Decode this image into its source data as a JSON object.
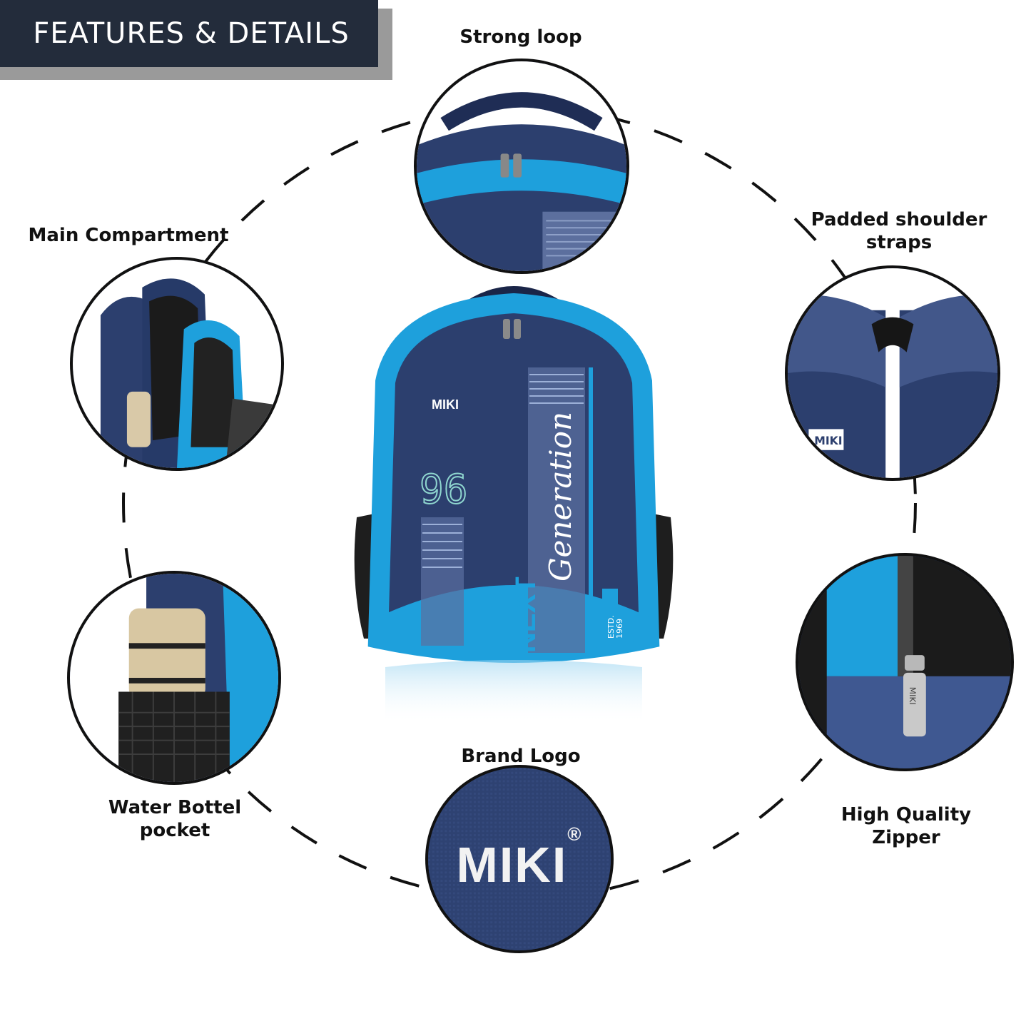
{
  "header": {
    "title": "FEATURES & DETAILS"
  },
  "features": {
    "strong_loop": "Strong loop",
    "main_compartment": "Main Compartment",
    "shoulder_straps_line1": "Padded shoulder",
    "shoulder_straps_line2": "straps",
    "water_bottle_line1": "Water Bottel",
    "water_bottle_line2": "pocket",
    "zipper_line1": "High Quality",
    "zipper_line2": "Zipper",
    "brand_logo": "Brand Logo"
  },
  "product": {
    "brand": "MIKI",
    "brand_mark": "®",
    "number_print": "96",
    "next_print": "NEXT",
    "script_print": "Generation",
    "estd_print": "ESTD.",
    "year_print": "1969"
  },
  "colors": {
    "navy": "#2c3f6e",
    "sky_blue": "#1ea0dc",
    "banner": "#232c3b"
  }
}
